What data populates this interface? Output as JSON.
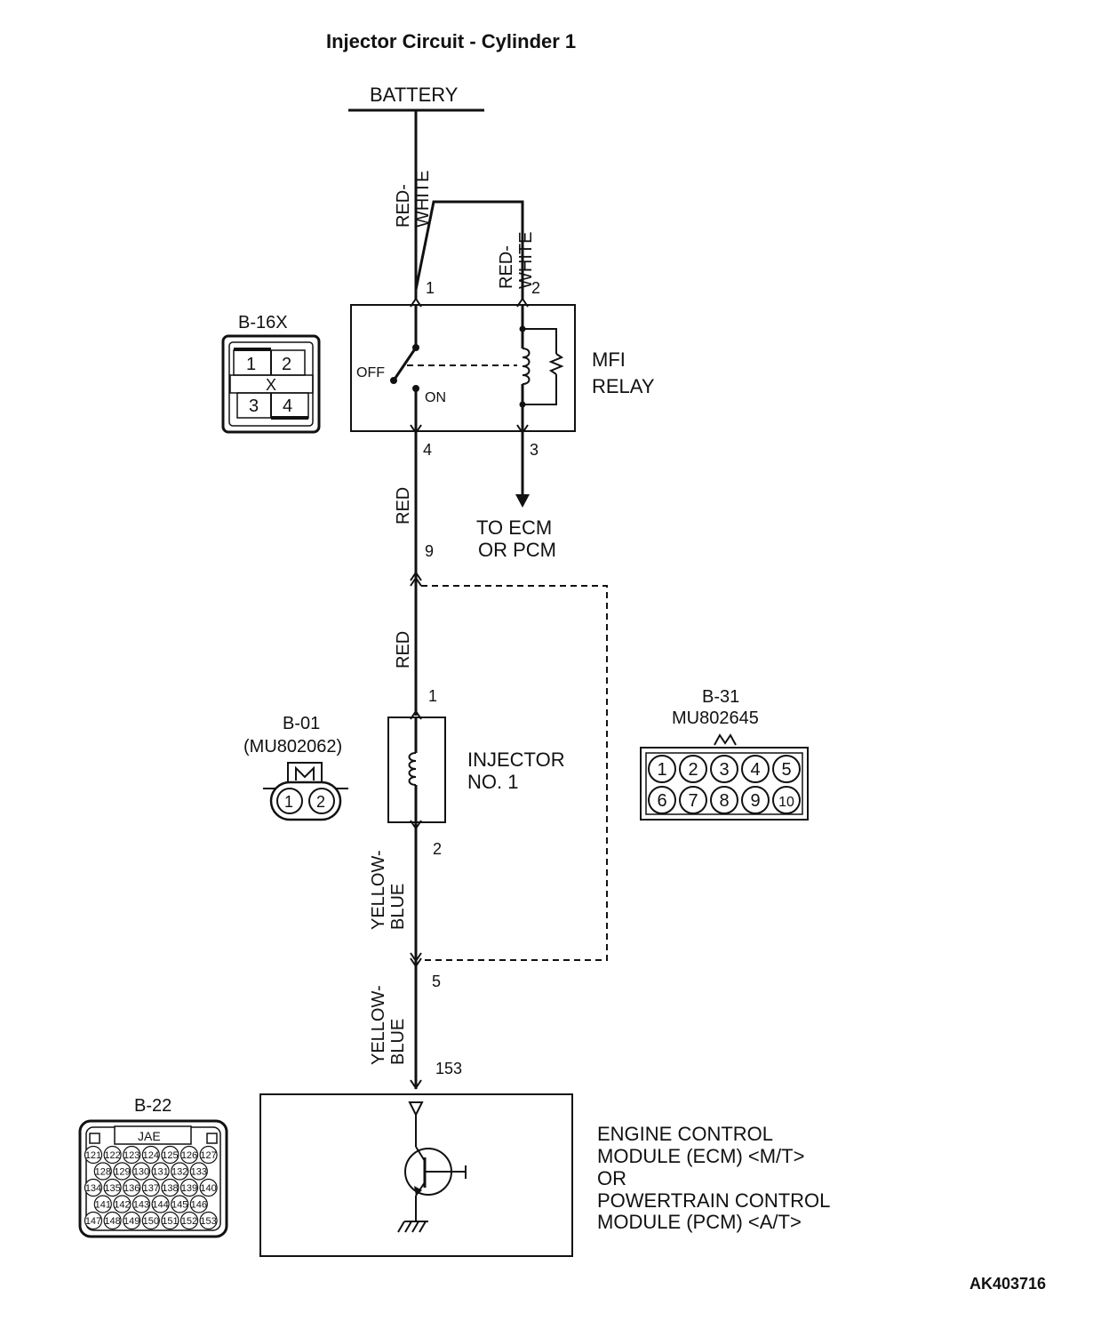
{
  "title": "Injector Circuit - Cylinder 1",
  "reference_code": "AK403716",
  "battery": {
    "label": "BATTERY"
  },
  "wires": {
    "battery_to_relay_1": "RED-\nWHITE",
    "relay_2_feed": "RED-\nWHITE",
    "relay_4_to_junction": "RED",
    "junction_to_injector": "RED",
    "injector_to_b31_5": "YELLOW-\nBLUE",
    "b31_5_to_ecm": "YELLOW-\nBLUE"
  },
  "mfi_relay": {
    "label_line1": "MFI",
    "label_line2": "RELAY",
    "switch_off": "OFF",
    "switch_on": "ON",
    "pins": [
      "1",
      "2",
      "4",
      "3"
    ],
    "to_ecm_line1": "TO ECM",
    "to_ecm_line2": "OR PCM"
  },
  "connector_b16x": {
    "name": "B-16X",
    "pins": [
      "1",
      "2",
      "3",
      "4"
    ],
    "mark": "X"
  },
  "junction": {
    "pin_top": "9",
    "pin_bottom": "5"
  },
  "injector": {
    "label_line1": "INJECTOR",
    "label_line2": "NO. 1",
    "pins": [
      "1",
      "2"
    ]
  },
  "connector_b01": {
    "name": "B-01",
    "part": "(MU802062)",
    "pins": [
      "1",
      "2"
    ]
  },
  "connector_b31": {
    "name": "B-31",
    "part": "MU802645",
    "pins": [
      "1",
      "2",
      "3",
      "4",
      "5",
      "6",
      "7",
      "8",
      "9",
      "10"
    ]
  },
  "ecm": {
    "pin": "153",
    "label_lines": [
      "ENGINE CONTROL",
      "MODULE (ECM) <M/T>",
      "OR",
      "POWERTRAIN CONTROL",
      "MODULE (PCM) <A/T>"
    ]
  },
  "connector_b22": {
    "name": "B-22",
    "maker": "JAE",
    "rows": [
      [
        "121",
        "122",
        "123",
        "124",
        "125",
        "126",
        "127"
      ],
      [
        "128",
        "129",
        "130",
        "131",
        "132",
        "133"
      ],
      [
        "134",
        "135",
        "136",
        "137",
        "138",
        "139",
        "140"
      ],
      [
        "141",
        "142",
        "143",
        "144",
        "145",
        "146"
      ],
      [
        "147",
        "148",
        "149",
        "150",
        "151",
        "152",
        "153"
      ]
    ]
  }
}
